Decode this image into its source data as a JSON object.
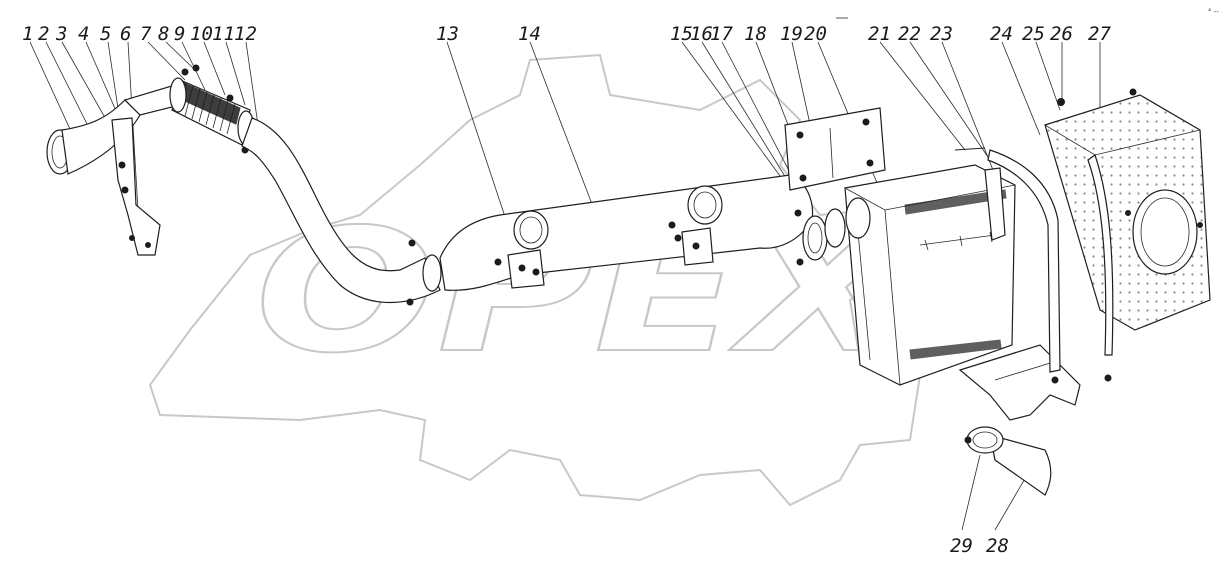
{
  "watermark": {
    "text": "OPEX",
    "color": "#c8c8c8"
  },
  "corner_mark": "° --",
  "labels": [
    "1",
    "2",
    "3",
    "4",
    "5",
    "6",
    "7",
    "8",
    "9",
    "10",
    "11",
    "12",
    "13",
    "14",
    "15",
    "16",
    "17",
    "18",
    "19",
    "20",
    "21",
    "22",
    "23",
    "24",
    "25",
    "26",
    "27",
    "28",
    "29"
  ],
  "colors": {
    "ink": "#1e1e1e",
    "background": "#ffffff"
  }
}
